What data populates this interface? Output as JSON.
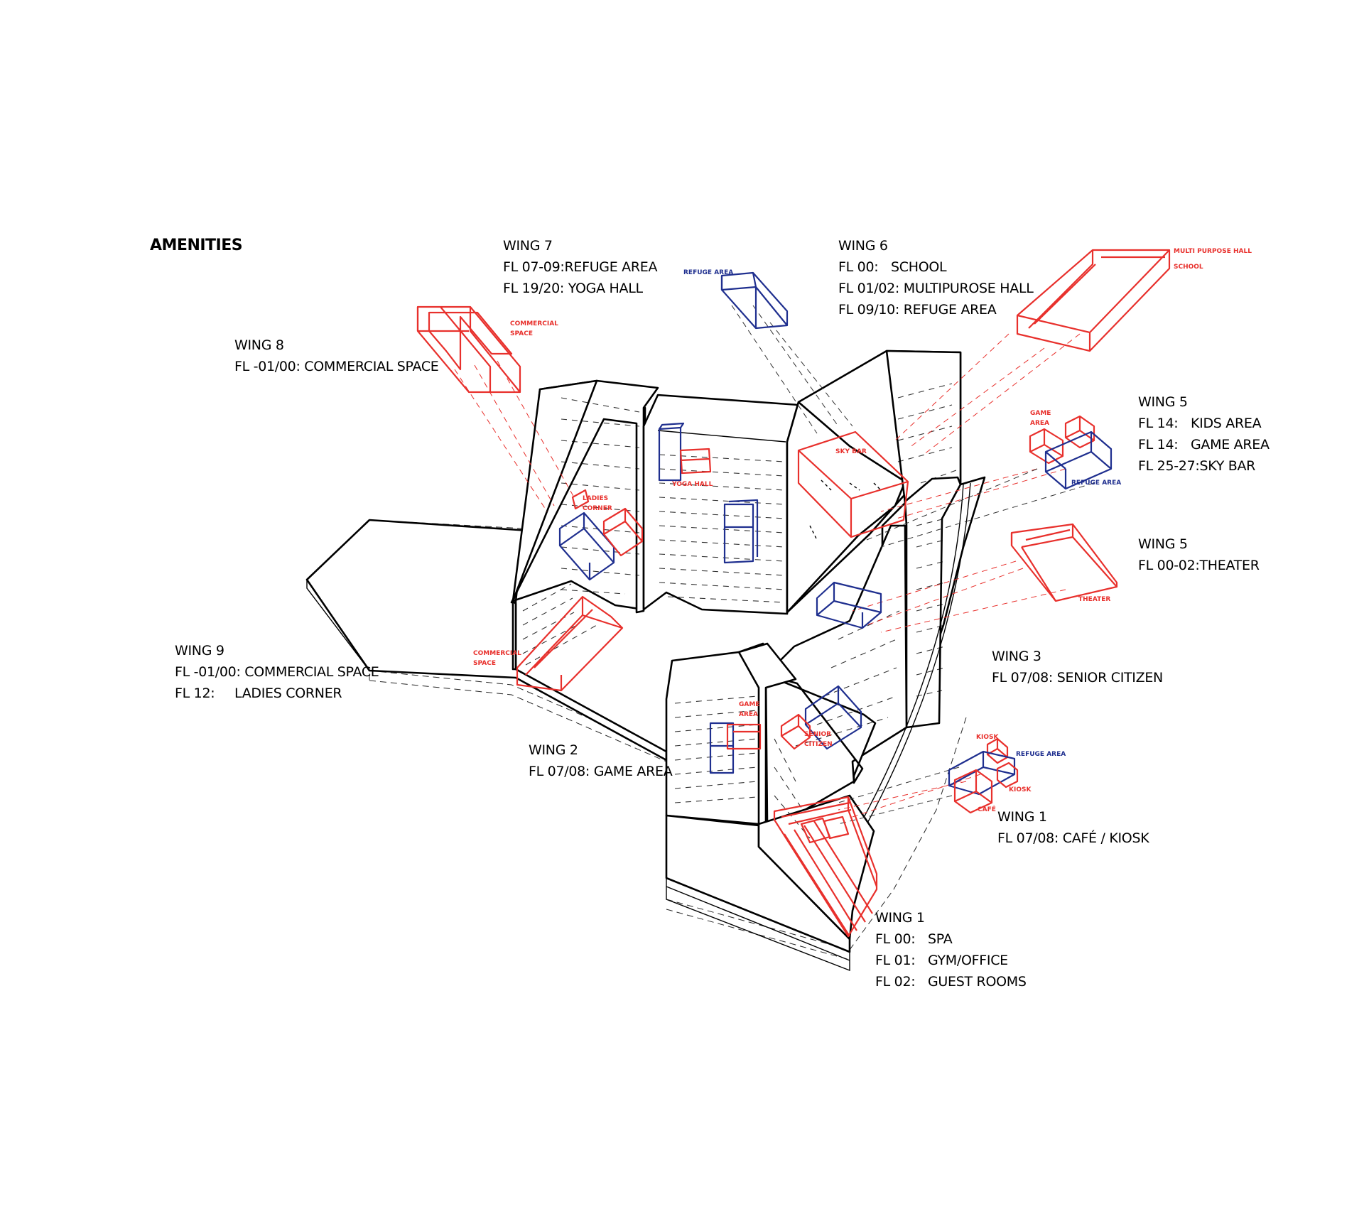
{
  "title": "AMENITIES",
  "colors": {
    "red": "#e8302c",
    "blue": "#1f2f8f",
    "line": "#000000"
  },
  "wings": [
    {
      "id": "wing7",
      "title": "WING 7",
      "rows": [
        [
          "FL 07-09:REFUGE AREA",
          ""
        ],
        [
          "FL 19/20: YOGA HALL",
          ""
        ]
      ]
    },
    {
      "id": "wing6",
      "title": "WING 6",
      "rows": [
        [
          "FL 00:",
          "SCHOOL"
        ],
        [
          "FL 01/02: MULTIPUROSE HALL",
          ""
        ],
        [
          "FL 09/10: REFUGE AREA",
          ""
        ]
      ]
    },
    {
      "id": "wing8",
      "title": "WING 8",
      "rows": [
        [
          "FL -01/00: COMMERCIAL SPACE",
          ""
        ]
      ]
    },
    {
      "id": "wing5a",
      "title": "WING 5",
      "rows": [
        [
          "FL 14:",
          "KIDS AREA"
        ],
        [
          "FL 14:",
          "GAME AREA"
        ],
        [
          "FL 25-27:SKY BAR",
          ""
        ]
      ]
    },
    {
      "id": "wing5b",
      "title": "WING 5",
      "rows": [
        [
          "FL 00-02:THEATER",
          ""
        ]
      ]
    },
    {
      "id": "wing9",
      "title": "WING 9",
      "rows": [
        [
          "FL -01/00: COMMERCIAL SPACE",
          ""
        ],
        [
          "FL 12:",
          "LADIES CORNER"
        ]
      ]
    },
    {
      "id": "wing3",
      "title": "WING 3",
      "rows": [
        [
          "FL 07/08: SENIOR CITIZEN",
          ""
        ]
      ]
    },
    {
      "id": "wing2",
      "title": "WING 2",
      "rows": [
        [
          "FL 07/08: GAME AREA",
          ""
        ]
      ]
    },
    {
      "id": "wing1a",
      "title": "WING 1",
      "rows": [
        [
          "FL 07/08: CAFÉ / KIOSK",
          ""
        ]
      ]
    },
    {
      "id": "wing1b",
      "title": "WING 1",
      "rows": [
        [
          "FL 00:",
          "SPA"
        ],
        [
          "FL 01:",
          "GYM/OFFICE"
        ],
        [
          "FL 02:",
          "GUEST ROOMS"
        ]
      ]
    }
  ],
  "tags": {
    "refuge_area_top": "REFUGE AREA",
    "multipurpose_hall": "MULTI PURPOSE HALL",
    "school": "SCHOOL",
    "commercial_space_top": [
      "COMMERCIAL",
      "SPACE"
    ],
    "game_area_w5": [
      "GAME",
      "AREA"
    ],
    "refuge_area_w5": "REFUGE AREA",
    "theater": "THEATER",
    "sky_bar": "SKY BAR",
    "yoga_hall": "YOGA HALL",
    "ladies_corner": [
      "LADIES",
      "CORNER"
    ],
    "commercial_space_w9": [
      "COMMERCIAL",
      "SPACE"
    ],
    "game_area_w2": [
      "GAME",
      "AREA"
    ],
    "senior_citizen": [
      "SENIOR",
      "CITIZEN"
    ],
    "kiosk_1": "KIOSK",
    "refuge_area_w1": "REFUGE AREA",
    "kiosk_2": "KIOSK",
    "cafe": "CAFÉ"
  }
}
